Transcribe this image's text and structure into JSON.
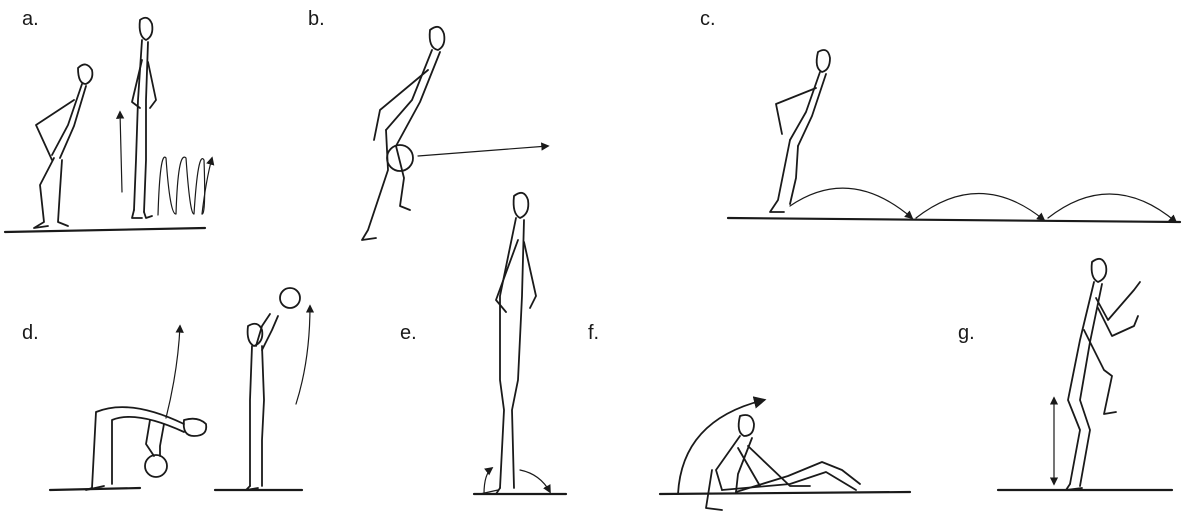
{
  "panels": [
    {
      "id": "a",
      "label": "a."
    },
    {
      "id": "b",
      "label": "b."
    },
    {
      "id": "c",
      "label": "c."
    },
    {
      "id": "d",
      "label": "d."
    },
    {
      "id": "e",
      "label": "e."
    },
    {
      "id": "f",
      "label": "f."
    },
    {
      "id": "g",
      "label": "g."
    }
  ]
}
